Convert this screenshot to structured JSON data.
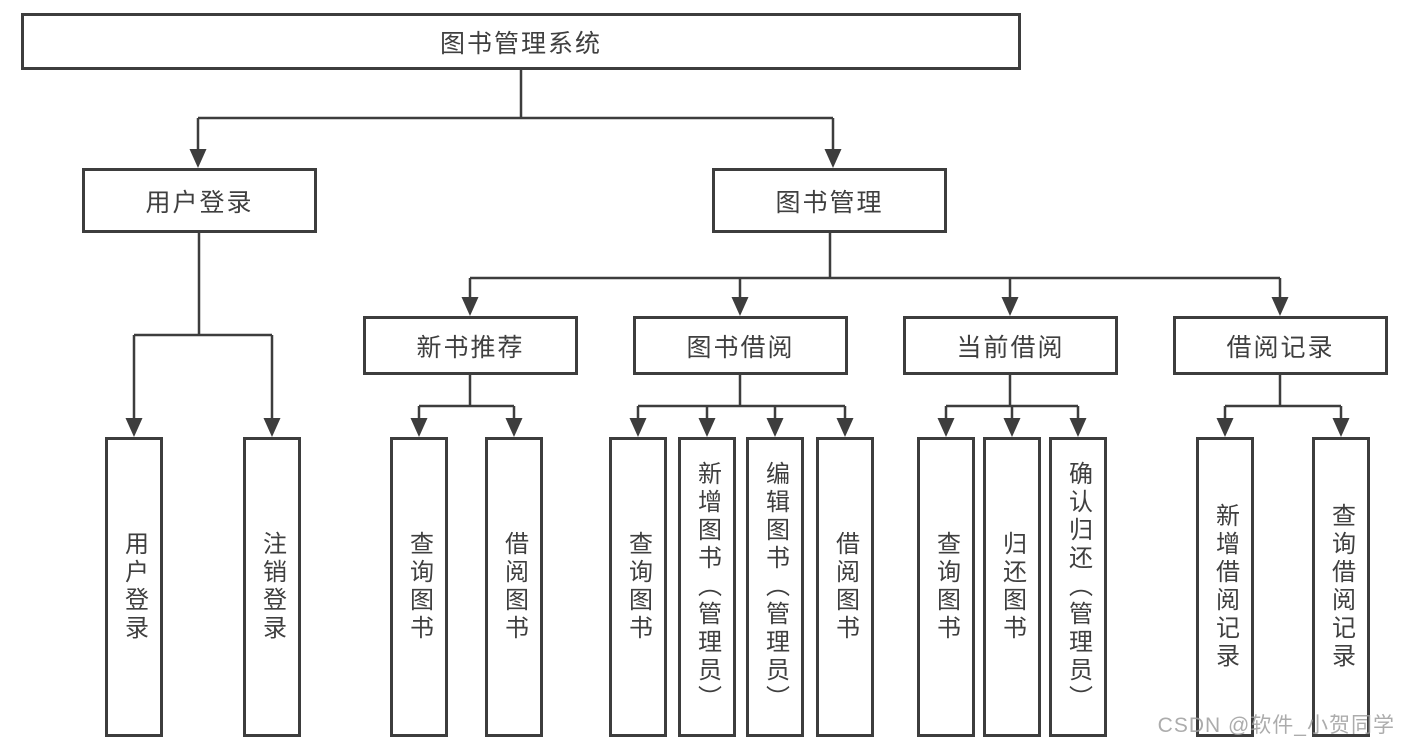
{
  "diagram": {
    "type": "hierarchy",
    "title": "图书管理系统",
    "watermark": "CSDN @软件_小贺同学",
    "colors": {
      "line": "#3d3d3d",
      "text": "#3f3f3f",
      "background": "#ffffff",
      "watermark": "#9e9e9e"
    },
    "tree": {
      "root": {
        "label": "图书管理系统",
        "children": [
          {
            "label": "用户登录",
            "children": [
              {
                "label": "用户登录"
              },
              {
                "label": "注销登录"
              }
            ]
          },
          {
            "label": "图书管理",
            "children": [
              {
                "label": "新书推荐",
                "children": [
                  {
                    "label": "查询图书"
                  },
                  {
                    "label": "借阅图书"
                  }
                ]
              },
              {
                "label": "图书借阅",
                "children": [
                  {
                    "label": "查询图书"
                  },
                  {
                    "label": "新增图书（管理员）"
                  },
                  {
                    "label": "编辑图书（管理员）"
                  },
                  {
                    "label": "借阅图书"
                  }
                ]
              },
              {
                "label": "当前借阅",
                "children": [
                  {
                    "label": "查询图书"
                  },
                  {
                    "label": "归还图书"
                  },
                  {
                    "label": "确认归还（管理员）"
                  }
                ]
              },
              {
                "label": "借阅记录",
                "children": [
                  {
                    "label": "新增借阅记录"
                  },
                  {
                    "label": "查询借阅记录"
                  }
                ]
              }
            ]
          }
        ]
      }
    }
  }
}
